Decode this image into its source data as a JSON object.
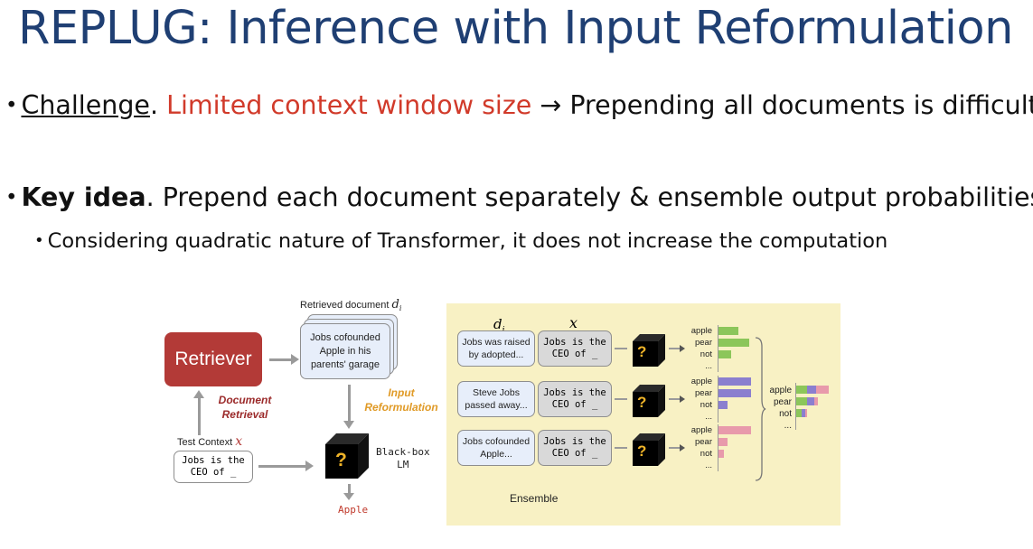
{
  "slide": {
    "title": "REPLUG: Inference with Input Reformulation",
    "bullet1": {
      "bullet": "•",
      "label": "Challenge",
      "punct": ".",
      "highlight": "Limited context window size",
      "rest": " → Prepending all documents is difficult"
    },
    "bullet2": {
      "bullet": "•",
      "label": "Key idea",
      "rest": ". Prepend each document separately & ensemble output probabilities"
    },
    "bullet2_sub": {
      "bullet": "•",
      "text": "Considering quadratic nature of Transformer, it does not increase the computation"
    }
  },
  "figure": {
    "retriever": "Retriever",
    "retrieved_caption": "Retrieved document",
    "retrieved_symbol": "d",
    "retrieved_sub": "i",
    "retrieved_doc": [
      "Jobs cofounded",
      "Apple in his",
      "parents' garage"
    ],
    "doc_retrieval": [
      "Document",
      "Retrieval"
    ],
    "input_reform": [
      "Input",
      "Reformulation"
    ],
    "test_context_label": "Test Context",
    "x_symbol": "x",
    "test_context": [
      "Jobs is the",
      "CEO of _"
    ],
    "blackbox_label": [
      "Black-box",
      "LM"
    ],
    "question_mark": "?",
    "output": "Apple",
    "col_d": "d",
    "col_d_sub": "i",
    "col_x": "x",
    "rows": [
      {
        "doc": [
          "Jobs was raised",
          "by adopted..."
        ],
        "ctx": [
          "Jobs is the",
          "CEO of _"
        ],
        "labels": [
          "apple",
          "pear",
          "not",
          "..."
        ]
      },
      {
        "doc": [
          "Steve Jobs",
          "passed away..."
        ],
        "ctx": [
          "Jobs is the",
          "CEO of _"
        ],
        "labels": [
          "apple",
          "pear",
          "not",
          "..."
        ]
      },
      {
        "doc": [
          "Jobs cofounded",
          "Apple..."
        ],
        "ctx": [
          "Jobs is the",
          "CEO of _"
        ],
        "labels": [
          "apple",
          "pear",
          "not",
          "..."
        ]
      }
    ],
    "ensemble_label": "Ensemble",
    "ensemble_labels": [
      "apple",
      "pear",
      "not",
      "..."
    ],
    "colors": {
      "green": "#8cc65a",
      "purple": "#8b7fcf",
      "pink": "#e89aab",
      "retriever": "#b33a37"
    }
  }
}
